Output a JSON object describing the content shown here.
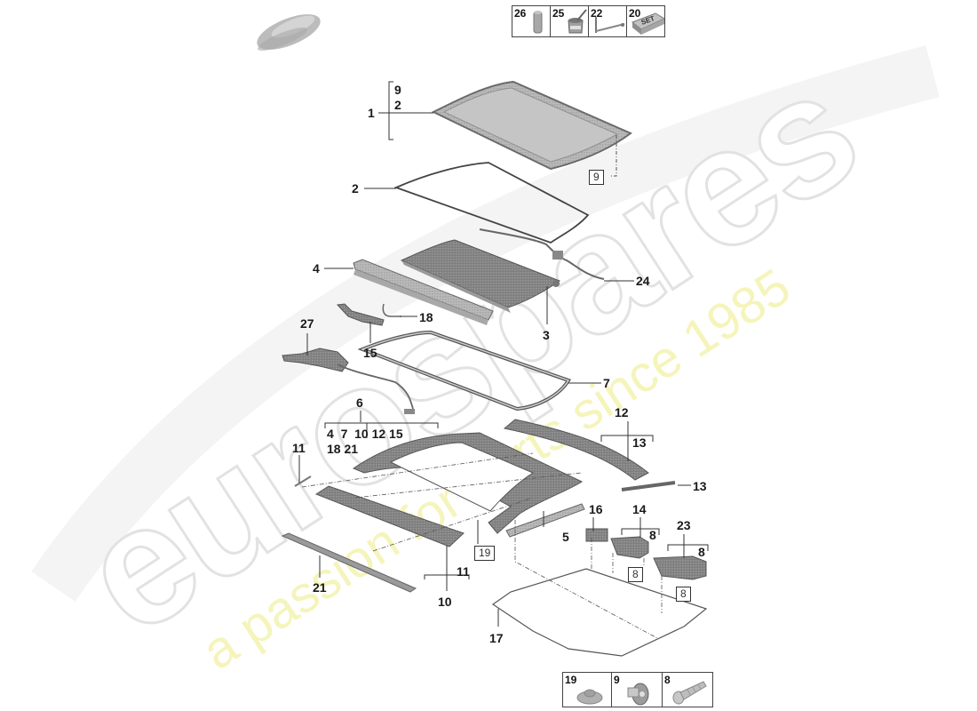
{
  "diagram": {
    "title": "Sliding/panorama roof assembly exploded parts diagram",
    "watermark": {
      "brand": "eurospares",
      "tagline": "a passion for parts since 1985",
      "brand_color": "#e8e8e8",
      "tagline_color": "#f3f2a6"
    },
    "colors": {
      "line": "#333333",
      "part_fill": "#8c8c8c",
      "part_fill_light": "#bdbdbd",
      "text": "#1a1a1a"
    }
  },
  "legend_top": {
    "items": [
      {
        "num": "26",
        "icon": "cylinder-icon"
      },
      {
        "num": "25",
        "icon": "adhesive-can-icon"
      },
      {
        "num": "22",
        "icon": "applicator-nozzle-icon"
      },
      {
        "num": "20",
        "icon": "set-box-icon",
        "label": "SET"
      }
    ]
  },
  "legend_bottom": {
    "items": [
      {
        "num": "19",
        "icon": "nut-icon"
      },
      {
        "num": "9",
        "icon": "rivet-nut-icon"
      },
      {
        "num": "8",
        "icon": "screw-icon"
      }
    ]
  },
  "callouts": {
    "c1": "1",
    "c1_group": [
      "9",
      "2"
    ],
    "c2": "2",
    "c3": "3",
    "c4": "4",
    "c5": "5",
    "c6": "6",
    "c6_group_row1": "4  7  10 12 15",
    "c6_group_row2": "18 21",
    "c7": "7",
    "c10": "10",
    "c10_group": "11",
    "c11": "11",
    "c12": "12",
    "c12_group": "13",
    "c13": "13",
    "c14": "14",
    "c14_group": "8",
    "c15": "15",
    "c16": "16",
    "c17": "17",
    "c18": "18",
    "c21": "21",
    "c23": "23",
    "c23_group": "8",
    "c24": "24",
    "c27": "27"
  },
  "boxed_refs": {
    "b9": "9",
    "b19": "19",
    "b8a": "8",
    "b8b": "8"
  }
}
